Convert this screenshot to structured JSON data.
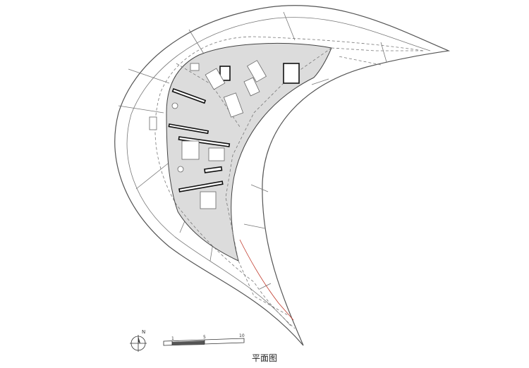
{
  "drawing": {
    "title": "平面图",
    "north_label": "N",
    "scale_labels": [
      "1",
      "5",
      "10"
    ]
  }
}
